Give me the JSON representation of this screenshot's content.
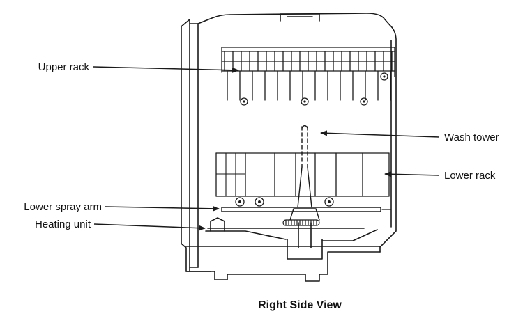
{
  "diagram": {
    "caption": "Right Side View",
    "labels": {
      "upper_rack": "Upper rack",
      "wash_tower": "Wash tower",
      "lower_rack": "Lower rack",
      "lower_spray_arm": "Lower spray arm",
      "heating_unit": "Heating unit"
    },
    "colors": {
      "ink": "#1a1a1a",
      "background": "#ffffff"
    }
  }
}
